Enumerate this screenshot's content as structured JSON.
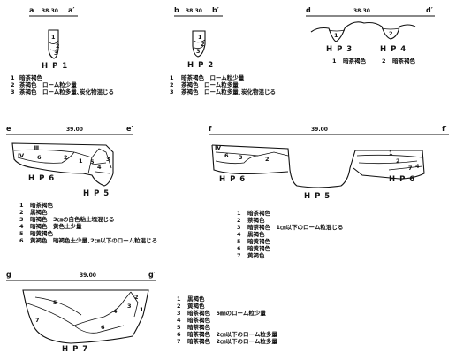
{
  "sections": [
    {
      "id": "a",
      "section_labels": [
        "a",
        "a′"
      ],
      "elevation": "38.30",
      "pits": [
        "H P 1"
      ],
      "layer_numbers": [
        "1",
        "2",
        "3"
      ],
      "legend": [
        {
          "no": "1",
          "text": "暗茶褐色"
        },
        {
          "no": "2",
          "text": "茶褐色　ローム粒少量"
        },
        {
          "no": "3",
          "text": "茶褐色　ローム粒多量､炭化物混じる"
        }
      ]
    },
    {
      "id": "b",
      "section_labels": [
        "b",
        "b′"
      ],
      "elevation": "38.30",
      "pits": [
        "H P 2"
      ],
      "layer_numbers": [
        "1",
        "2",
        "3"
      ],
      "legend": [
        {
          "no": "1",
          "text": "暗茶褐色　ローム粒少量"
        },
        {
          "no": "2",
          "text": "茶褐色　ローム粒多量"
        },
        {
          "no": "3",
          "text": "茶褐色　ローム粒多量､炭化物混じる"
        }
      ]
    },
    {
      "id": "d",
      "section_labels": [
        "d",
        "d′"
      ],
      "elevation": "38.30",
      "pits": [
        "H P 3",
        "H P 4"
      ],
      "layer_numbers": [
        "1",
        "2"
      ],
      "legend": [
        {
          "no": "1",
          "text": "暗茶褐色"
        },
        {
          "no": "2",
          "text": "暗茶褐色"
        }
      ]
    },
    {
      "id": "e",
      "section_labels": [
        "e",
        "e′"
      ],
      "elevation": "39.00",
      "pits": [
        "H P 6",
        "H P 5"
      ],
      "layer_numbers": [
        "Ⅲ",
        "Ⅳ",
        "6",
        "2",
        "1",
        "5",
        "4",
        "3"
      ],
      "legend": [
        {
          "no": "1",
          "text": "暗茶褐色"
        },
        {
          "no": "2",
          "text": "黒褐色"
        },
        {
          "no": "3",
          "text": "暗褐色　3㎝の白色粘土塊混じる"
        },
        {
          "no": "4",
          "text": "暗褐色　黄色土少量"
        },
        {
          "no": "5",
          "text": "暗黄褐色"
        },
        {
          "no": "6",
          "text": "黄褐色　暗褐色土少量､2㎝以下のローム粒混じる"
        }
      ]
    },
    {
      "id": "f",
      "section_labels": [
        "f",
        "f′"
      ],
      "elevation": "39.00",
      "pits": [
        "H P 6",
        "H P 5",
        "H P 6"
      ],
      "layer_numbers": [
        "Ⅳ",
        "6",
        "3",
        "2",
        "1",
        "2",
        "7",
        "4"
      ],
      "legend": [
        {
          "no": "1",
          "text": "暗茶褐色"
        },
        {
          "no": "2",
          "text": "茶褐色"
        },
        {
          "no": "3",
          "text": "暗茶褐色　1㎝以下のローム粒混じる"
        },
        {
          "no": "4",
          "text": "黒褐色"
        },
        {
          "no": "5",
          "text": "暗黄褐色"
        },
        {
          "no": "6",
          "text": "暗黄褐色"
        },
        {
          "no": "7",
          "text": "黄褐色"
        }
      ]
    },
    {
      "id": "g",
      "section_labels": [
        "g",
        "g′"
      ],
      "elevation": "39.00",
      "pits": [
        "H P 7"
      ],
      "layer_numbers": [
        "5",
        "7",
        "6",
        "4",
        "3",
        "2",
        "1"
      ],
      "legend": [
        {
          "no": "1",
          "text": "黒褐色"
        },
        {
          "no": "2",
          "text": "黄褐色"
        },
        {
          "no": "3",
          "text": "暗茶褐色　5㎜のローム粒少量"
        },
        {
          "no": "4",
          "text": "暗茶褐色"
        },
        {
          "no": "5",
          "text": "暗茶褐色"
        },
        {
          "no": "6",
          "text": "暗茶褐色　2㎝以下のローム粒多量"
        },
        {
          "no": "7",
          "text": "暗茶褐色　2㎝以下のローム粒多量"
        }
      ]
    }
  ]
}
